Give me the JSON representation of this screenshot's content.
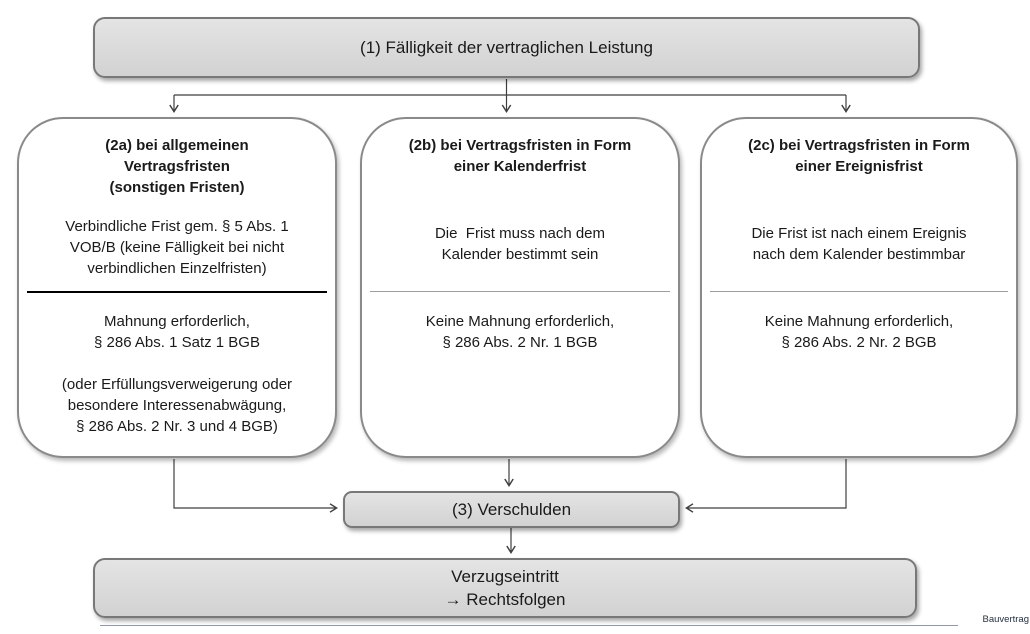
{
  "colors": {
    "node_fill_top": "#e4e4e4",
    "node_fill_bottom": "#d2d2d2",
    "node_border": "#787878",
    "white_box_border": "#8a8a8a",
    "arrow": "#3f3f3f",
    "separator_dark": "#000000",
    "separator_light": "#9d9d9d",
    "footer_text": "#24303f"
  },
  "nodes": {
    "top": {
      "label": "(1) Fälligkeit der vertraglichen Leistung"
    },
    "box2a": {
      "title": "(2a) bei allgemeinen\nVertragsfristen\n(sonstigen Fristen)",
      "body1": "Verbindliche Frist gem. § 5 Abs. 1\nVOB/B (keine Fälligkeit bei nicht\nverbindlichen Einzelfristen)",
      "body2": "Mahnung erforderlich,\n§ 286 Abs. 1 Satz 1 BGB",
      "body3": "(oder Erfüllungsverweigerung oder\nbesondere Interessenabwägung,\n§ 286 Abs. 2 Nr. 3 und 4 BGB)"
    },
    "box2b": {
      "title": "(2b) bei Vertragsfristen in Form\neiner Kalenderfrist",
      "body1": "Die  Frist muss nach dem\nKalender bestimmt sein",
      "body2": "Keine Mahnung erforderlich,\n§ 286 Abs. 2 Nr. 1 BGB"
    },
    "box2c": {
      "title": "(2c) bei Vertragsfristen in Form\neiner Ereignisfrist",
      "body1": "Die Frist ist nach einem Ereignis\nnach dem Kalender bestimmbar",
      "body2": "Keine Mahnung erforderlich,\n§ 286 Abs. 2 Nr. 2 BGB"
    },
    "verschulden": {
      "label": "(3) Verschulden"
    },
    "result": {
      "label": "Verzugseintritt\n→ Rechtsfolgen"
    }
  },
  "footer": {
    "label": "Bauvertrag"
  }
}
